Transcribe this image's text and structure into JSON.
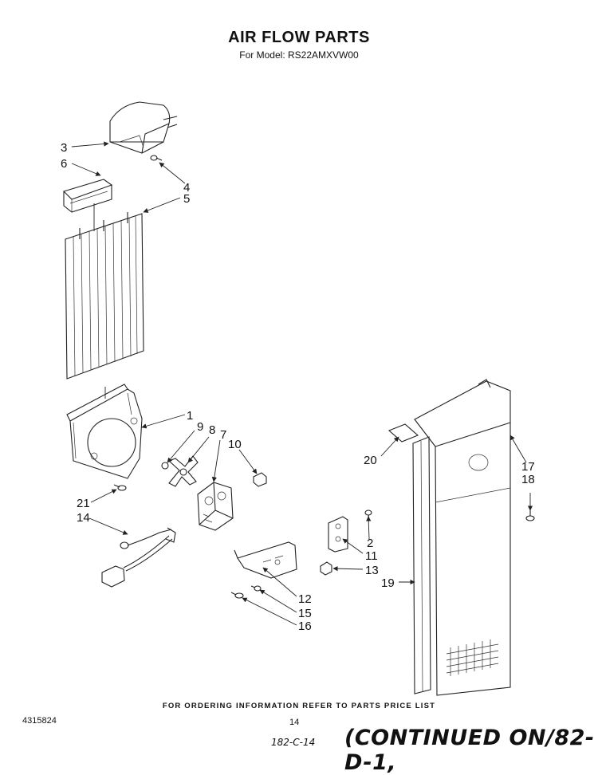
{
  "title": "AIR FLOW PARTS",
  "subtitle": "For Model: RS22AMXVW00",
  "order_info": "FOR ORDERING INFORMATION REFER TO PARTS PRICE LIST",
  "doc_number": "4315824",
  "page_number": "14",
  "hand_ref": "182-C-14",
  "continued": "(CONTINUED ON/82-D-1,",
  "callouts": {
    "c1": "1",
    "c2": "2",
    "c3": "3",
    "c4": "4",
    "c5": "5",
    "c6": "6",
    "c7": "7",
    "c8": "8",
    "c9": "9",
    "c10": "10",
    "c11": "11",
    "c12": "12",
    "c13": "13",
    "c14": "14",
    "c15": "15",
    "c16": "16",
    "c17": "17",
    "c18": "18",
    "c19": "19",
    "c20": "20",
    "c21": "21"
  }
}
